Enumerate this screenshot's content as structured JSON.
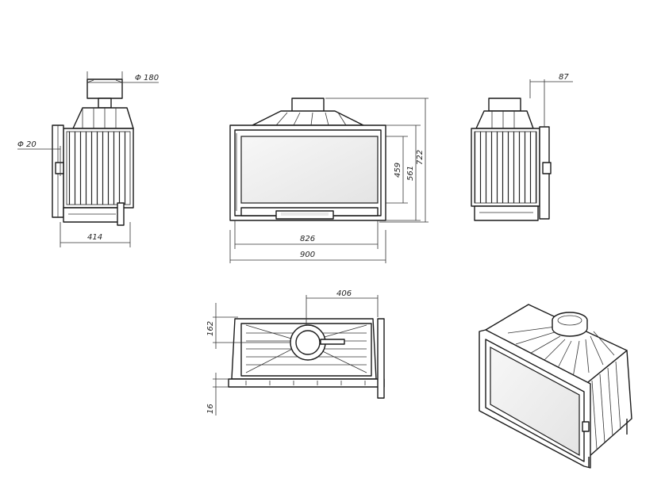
{
  "dimensions": {
    "side_left_top_diameter": "Φ 180",
    "side_left_side_diameter": "Φ 20",
    "side_left_depth": "414",
    "front_inner_width": "826",
    "front_outer_width": "900",
    "front_glass_height": "459",
    "front_body_height": "561",
    "front_total_height": "722",
    "side_right_offset": "87",
    "top_outlet_offset": "406",
    "top_outlet_depth": "162",
    "top_bottom_gap": "16"
  },
  "colors": {
    "line": "#1a1a1a",
    "background": "#ffffff",
    "glass": "#f2f2f2"
  }
}
